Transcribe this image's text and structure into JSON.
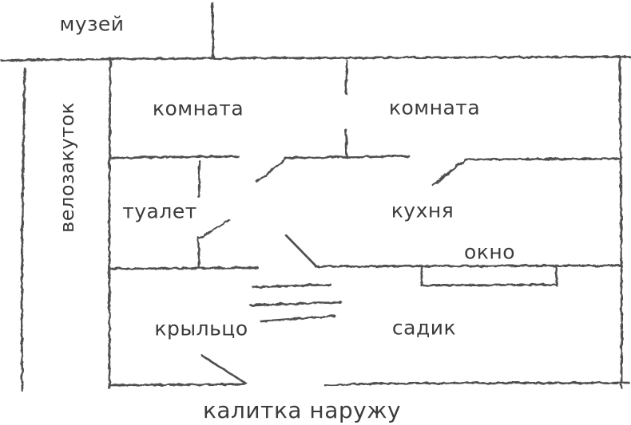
{
  "diagram": {
    "ink_color": "#4f4f4f",
    "text_color": "#3c3c3c",
    "background": "#ffffff",
    "labels": {
      "museum": "музей",
      "bike_nook": "велозакуток",
      "room_left": "комната",
      "room_right": "комната",
      "toilet": "туалет",
      "kitchen": "кухня",
      "window": "окно",
      "porch": "крыльцо",
      "garden": "садик",
      "gate_outside": "калитка наружу"
    }
  }
}
